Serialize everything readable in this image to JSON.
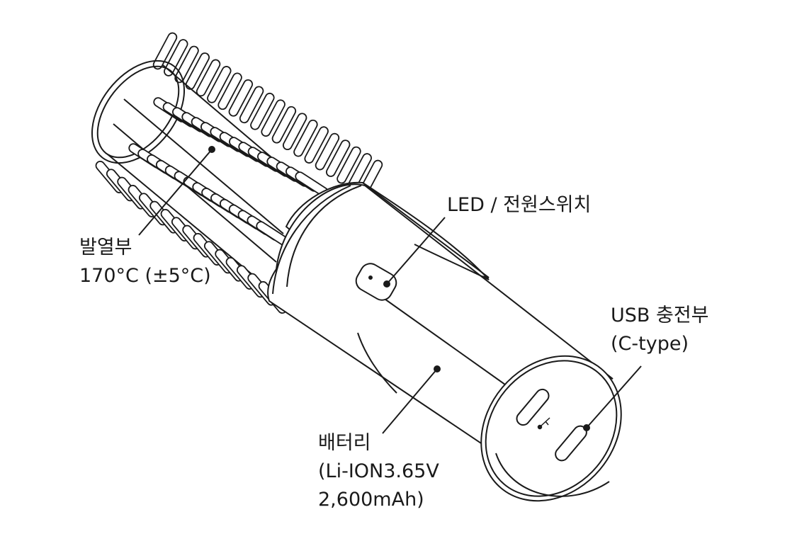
{
  "colors": {
    "line": "#1a1a1a",
    "background": "#ffffff"
  },
  "callouts": {
    "heater": {
      "title": "발열부",
      "detail": "170°C (±5°C)"
    },
    "led_switch": {
      "title": "LED / 전원스위치"
    },
    "usb": {
      "title": "USB 충전부",
      "detail": "(C-type)"
    },
    "battery": {
      "title": "배터리",
      "detail": "(Li-ION3.65V",
      "detail2": "2,600mAh)"
    }
  },
  "icons": [
    "usb-icon"
  ]
}
